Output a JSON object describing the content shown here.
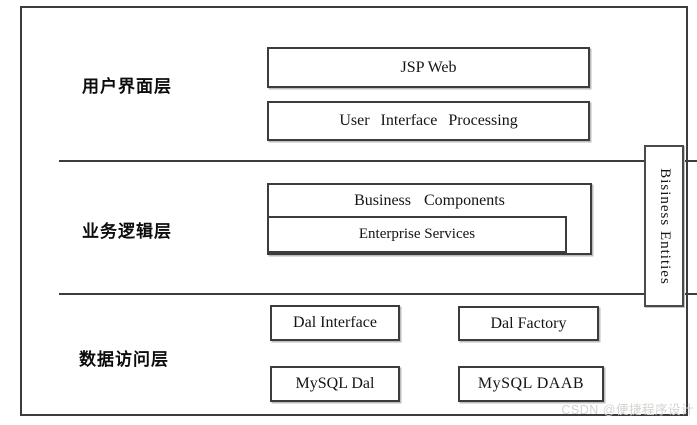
{
  "diagram": {
    "title_hint": "three-tier web architecture diagram",
    "layers": [
      {
        "label": "用户界面层",
        "boxes": [
          {
            "label": "JSP Web"
          },
          {
            "label": "User Interface Processing"
          }
        ]
      },
      {
        "label": "业务逻辑层",
        "boxes": [
          {
            "label": "Business Components"
          },
          {
            "label": "Enterprise Services"
          }
        ]
      },
      {
        "label": "数据访问层",
        "boxes": [
          {
            "label": "Dal Interface"
          },
          {
            "label": "Dal Factory"
          },
          {
            "label": "MySQL Dal"
          },
          {
            "label": "MySQL DAAB"
          }
        ]
      }
    ],
    "side_box": {
      "label": "Bisiness Entities"
    },
    "watermark": "CSDN @便捷程序设计",
    "colors": {
      "background": "#ffffff",
      "border": "#3c3c3c",
      "text": "#141414",
      "watermark": "#d5d2cf"
    }
  }
}
